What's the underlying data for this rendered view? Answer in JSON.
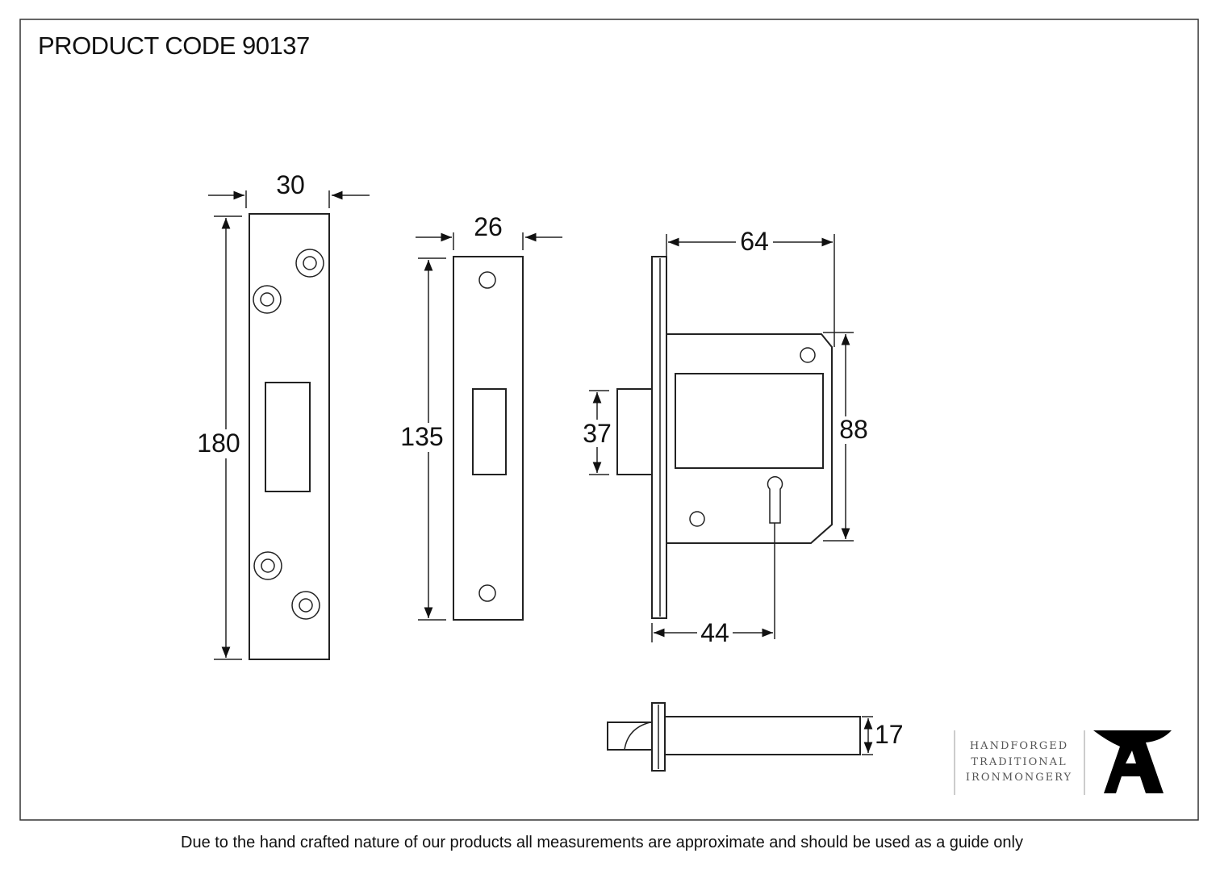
{
  "title": "PRODUCT CODE 90137",
  "dimensions": {
    "forend_width": "30",
    "forend_height": "180",
    "keep_width": "26",
    "keep_height": "135",
    "case_depth": "64",
    "case_height": "88",
    "bolt_height": "37",
    "backset": "44",
    "bolt_thickness": "17"
  },
  "logo": {
    "line1": "HANDFORGED",
    "line2": "TRADITIONAL",
    "line3": "IRONMONGERY",
    "mark": "A"
  },
  "footer": "Due to the hand crafted nature of our products all measurements are approximate and should be used as a guide only"
}
